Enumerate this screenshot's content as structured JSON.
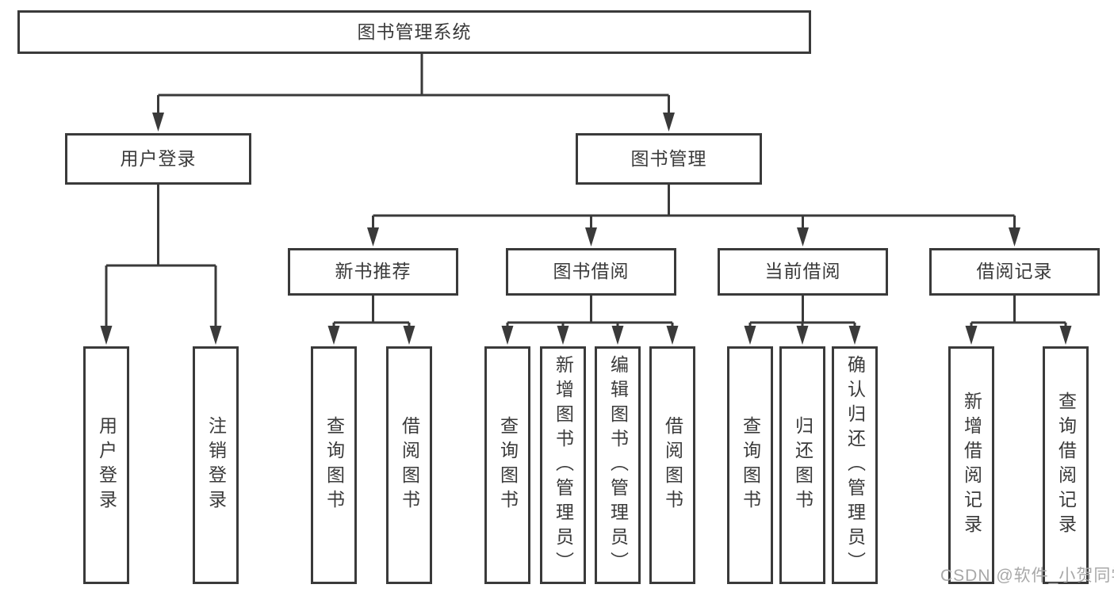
{
  "title": "图书管理系统",
  "branches": [
    {
      "label": "用户登录",
      "children": [
        {
          "label": "用户登录"
        },
        {
          "label": "注销登录"
        }
      ]
    },
    {
      "label": "图书管理",
      "sections": [
        {
          "label": "新书推荐",
          "children": [
            {
              "label": "查询图书"
            },
            {
              "label": "借阅图书"
            }
          ]
        },
        {
          "label": "图书借阅",
          "children": [
            {
              "label": "查询图书"
            },
            {
              "label": "新增图书（管理员）"
            },
            {
              "label": "编辑图书（管理员）"
            },
            {
              "label": "借阅图书"
            }
          ]
        },
        {
          "label": "当前借阅",
          "children": [
            {
              "label": "查询图书"
            },
            {
              "label": "归还图书"
            },
            {
              "label": "确认归还（管理员）"
            }
          ]
        },
        {
          "label": "借阅记录",
          "children": [
            {
              "label": "新增借阅记录"
            },
            {
              "label": "查询借阅记录"
            }
          ]
        }
      ]
    }
  ],
  "watermark": "CSDN @软件_小贺同学",
  "colors": {
    "line": "#3a3a3a",
    "text": "#3a3a3a",
    "background": "#ffffff",
    "watermark": "#a8a8a8"
  }
}
